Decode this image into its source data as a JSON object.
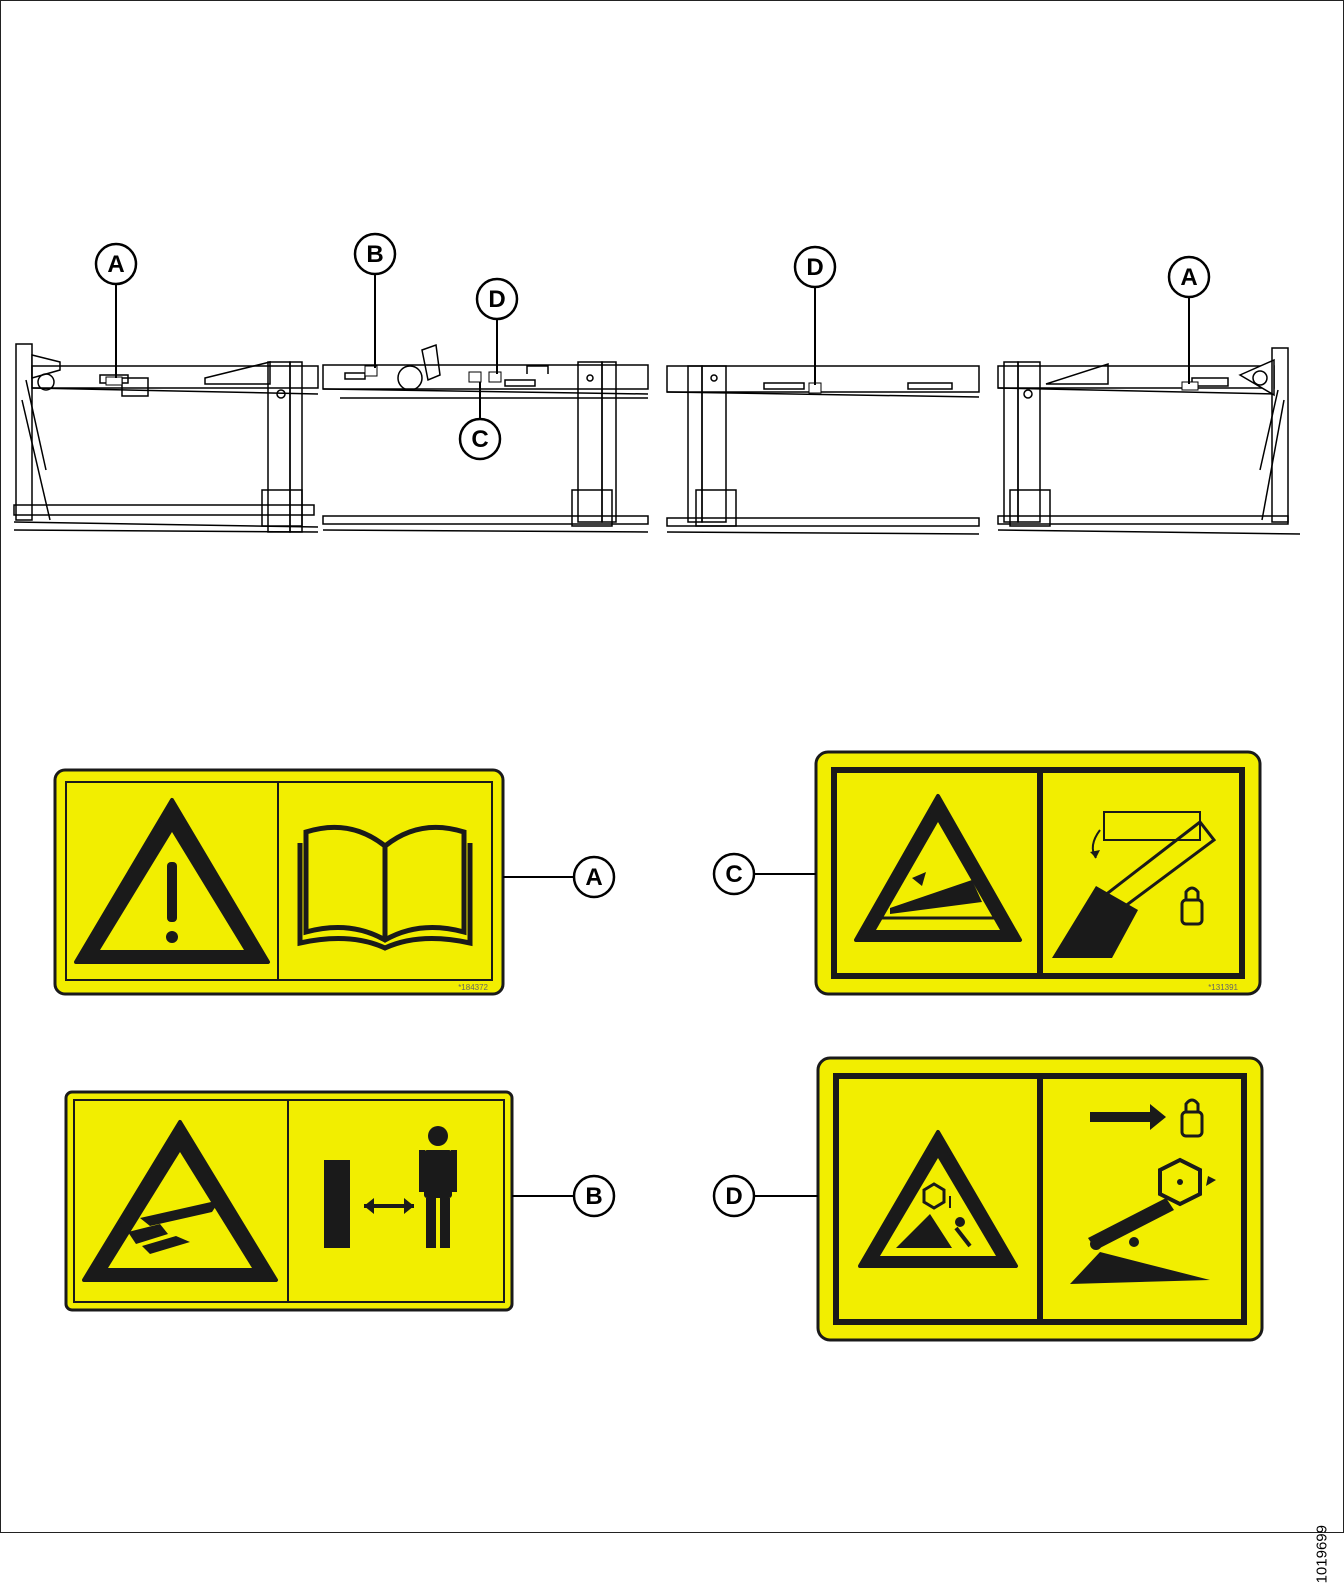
{
  "callouts": {
    "a": "A",
    "b": "B",
    "c": "C",
    "d": "D"
  },
  "decals": {
    "a": {
      "code": "*184372",
      "symbols": [
        "warning-triangle",
        "operator-manual-book"
      ]
    },
    "b": {
      "code": "",
      "symbols": [
        "crush-hazard-triangle",
        "keep-clear-person"
      ]
    },
    "c": {
      "code": "*131391",
      "symbols": [
        "cutterbar-hazard-triangle",
        "reel-lock"
      ]
    },
    "d": {
      "code": "",
      "symbols": [
        "reel-entanglement-triangle",
        "lock-arrow"
      ]
    }
  },
  "figure_id": "1019699",
  "colors": {
    "decal_yellow": "#f2ee00",
    "decal_border": "#1a1a1a",
    "line": "#000000"
  }
}
